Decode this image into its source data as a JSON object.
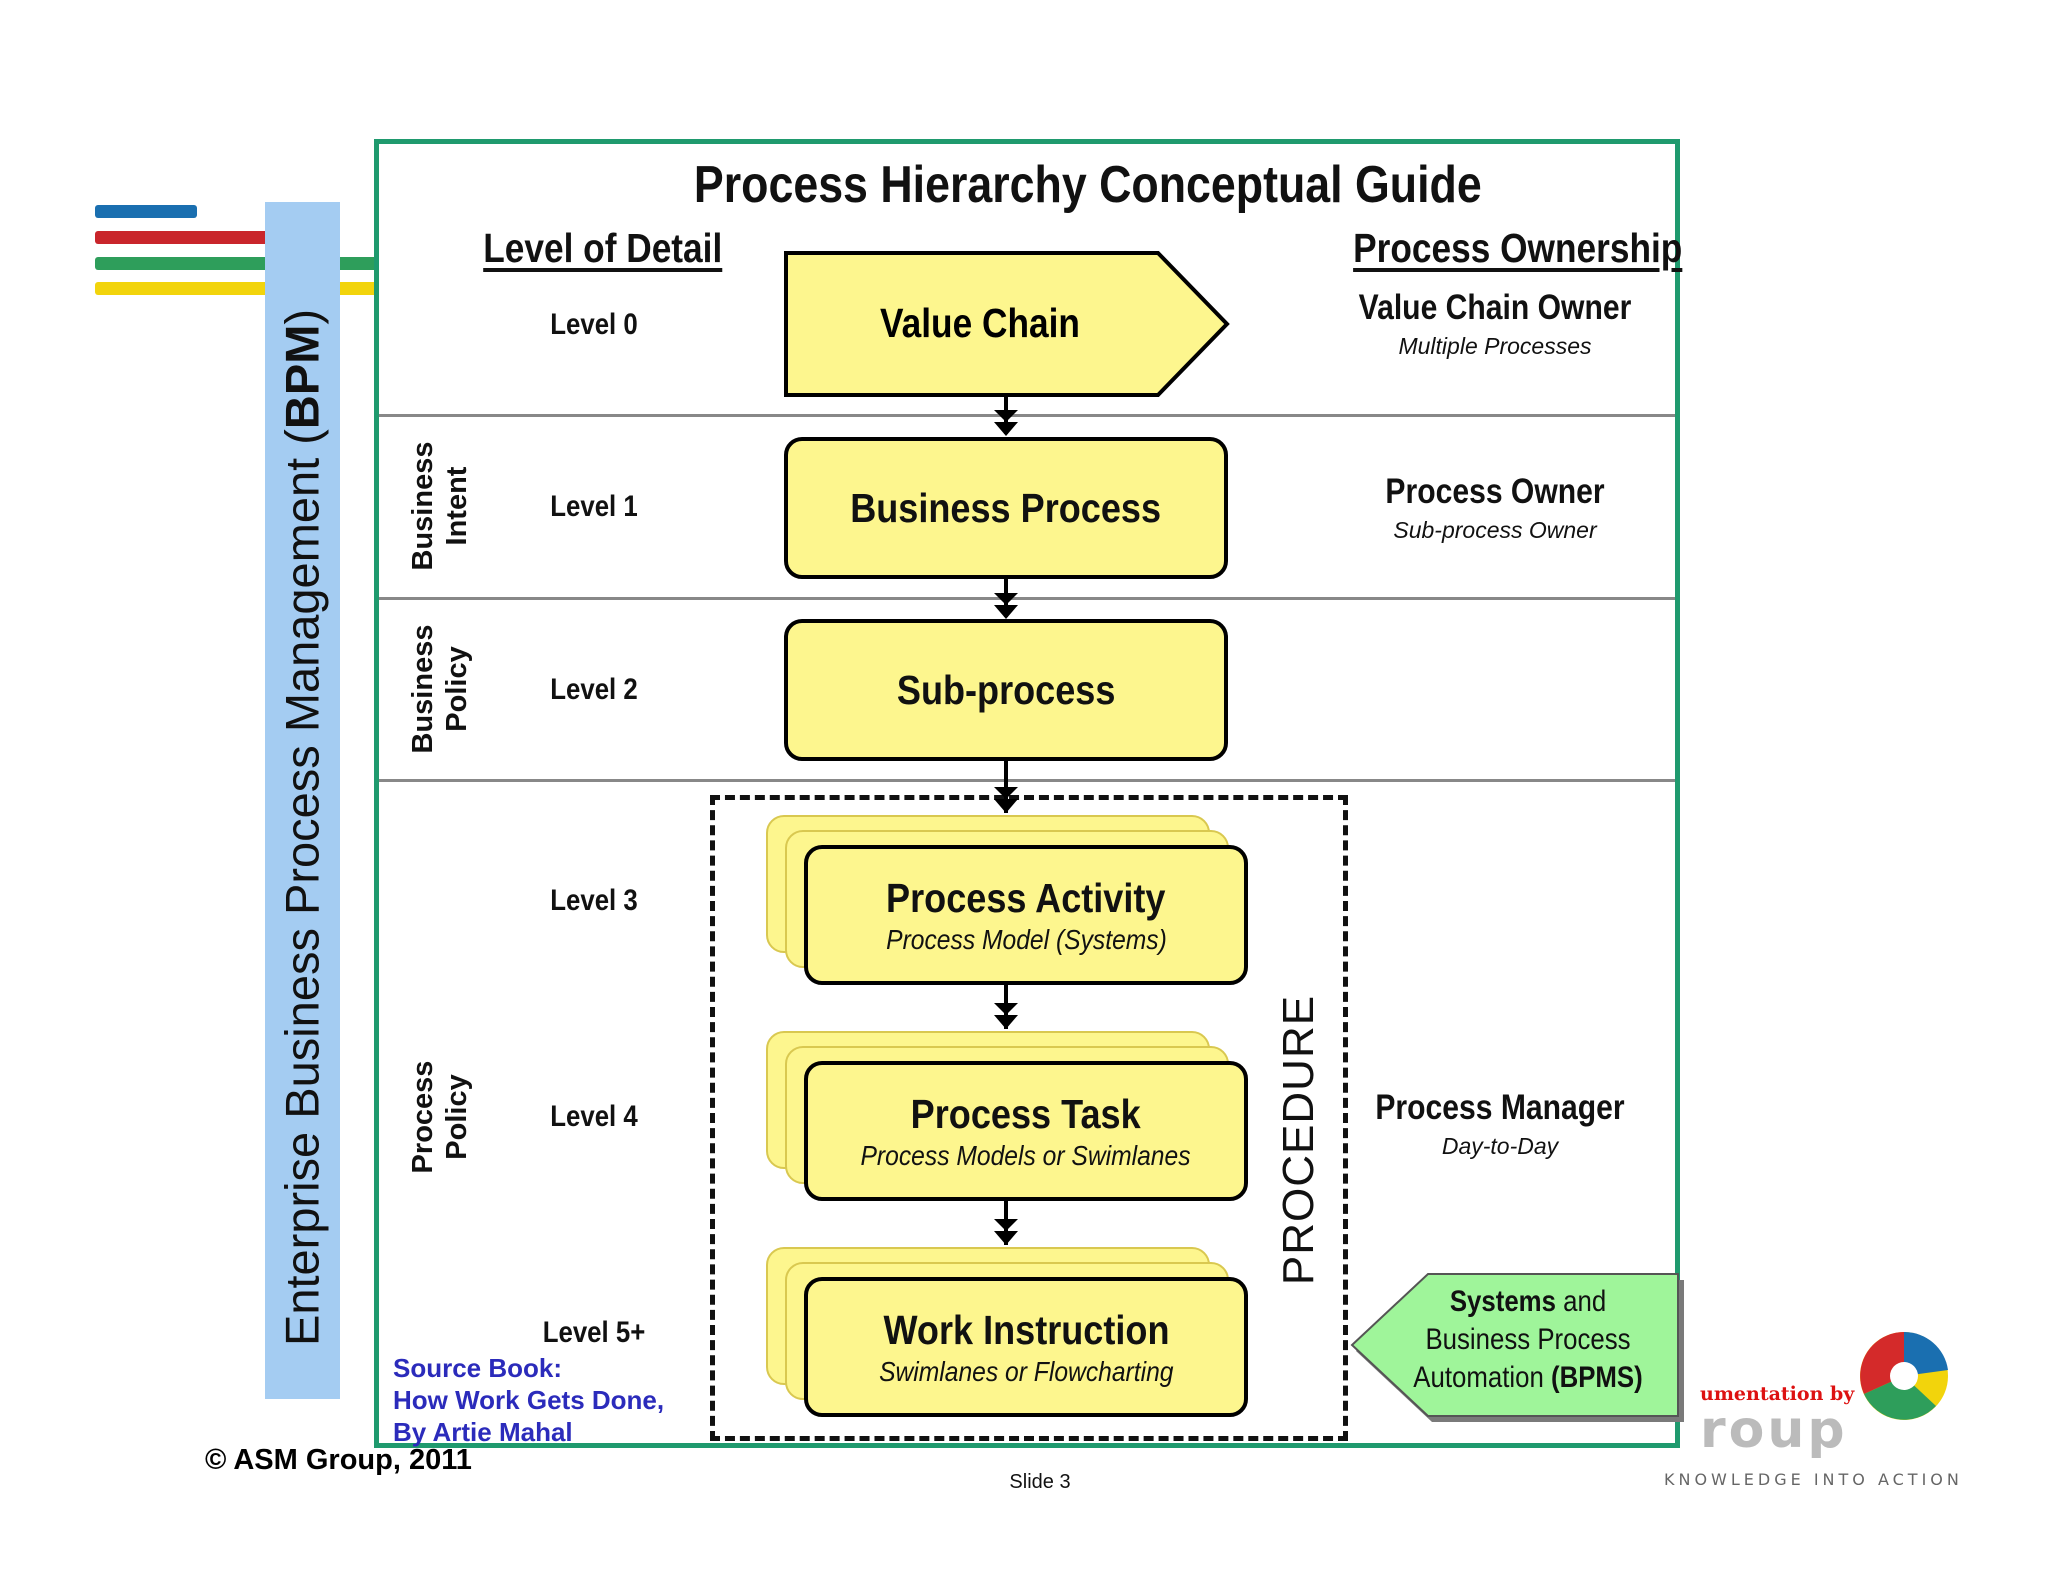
{
  "sidebar": {
    "prefix": "Enterprise Business Process Management (",
    "acronym": "BPM",
    "suffix": ")"
  },
  "title": "Process Hierarchy Conceptual Guide",
  "headers": {
    "left": "Level of Detail",
    "right": "Process Ownership"
  },
  "levels": [
    "Level 0",
    "Level 1",
    "Level 2",
    "Level 3",
    "Level 4",
    "Level 5+"
  ],
  "band_labels": {
    "business_intent": [
      "Business",
      "Intent"
    ],
    "business_policy": [
      "Business",
      "Policy"
    ],
    "process_policy": [
      "Process",
      "Policy"
    ]
  },
  "boxes": {
    "value_chain": {
      "main": "Value Chain"
    },
    "business_process": {
      "main": "Business Process"
    },
    "sub_process": {
      "main": "Sub-process"
    },
    "process_activity": {
      "main": "Process Activity",
      "sub": "Process Model (Systems)"
    },
    "process_task": {
      "main": "Process Task",
      "sub": "Process Models or Swimlanes"
    },
    "work_instruction": {
      "main": "Work Instruction",
      "sub": "Swimlanes or Flowcharting"
    }
  },
  "procedure_label": "PROCEDURE",
  "ownership": {
    "value_chain_owner": {
      "main": "Value Chain Owner",
      "sub": "Multiple Processes"
    },
    "process_owner": {
      "main": "Process Owner",
      "sub": "Sub-process Owner"
    },
    "process_manager": {
      "main": "Process Manager",
      "sub": "Day-to-Day"
    }
  },
  "bpms": {
    "line1_bold": "Systems",
    "line1_rest": " and",
    "line2": "Business Process",
    "line3_rest": "Automation ",
    "line3_bold": "(BPMS)"
  },
  "source": [
    "Source Book:",
    "How Work Gets Done,",
    "By Artie Mahal"
  ],
  "copyright": "© ASM Group, 2011",
  "slide": "Slide 3",
  "logo": {
    "partial_text": "umentation by",
    "partial_word": "roup",
    "tagline": "KNOWLEDGE INTO ACTION"
  },
  "colors": {
    "frame": "#1f9a6e",
    "box_fill": "#fdf68e",
    "bpm_bar": "#a4ccf2",
    "stripes": [
      "#1a6fb0",
      "#c9252b",
      "#2e9e5b",
      "#f2d40c"
    ],
    "bpms_fill": "#9ff59a",
    "source_text": "#2b2bbb"
  }
}
